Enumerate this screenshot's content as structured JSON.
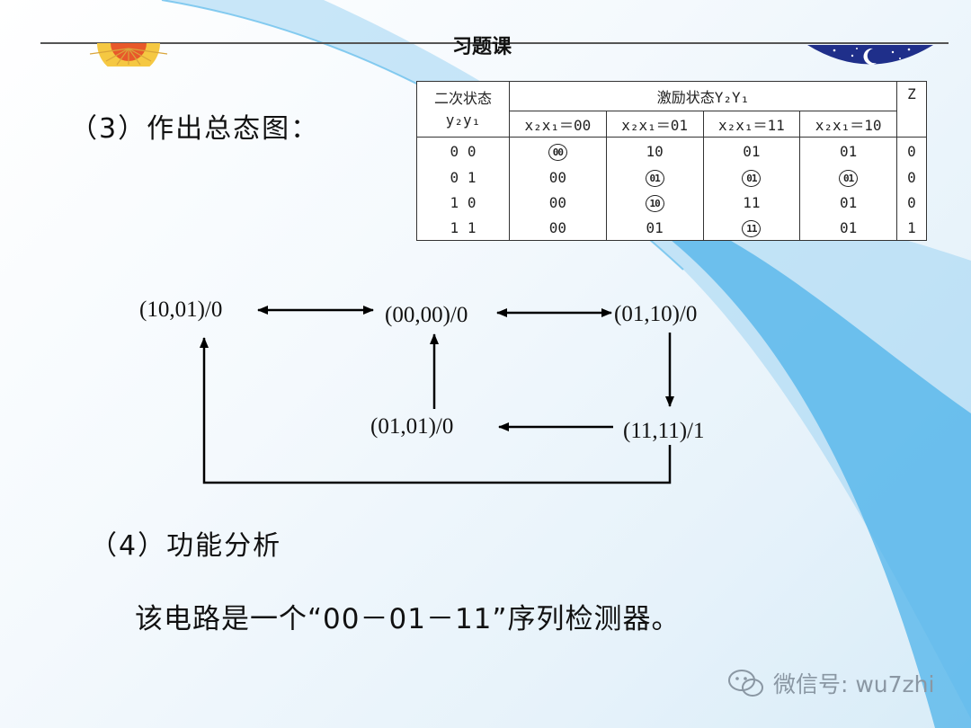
{
  "slide": {
    "title": "习题课"
  },
  "step3": {
    "label": "（3）作出总态图："
  },
  "table": {
    "head_left_line1": "二次状态",
    "head_left_line2": "y₂y₁",
    "head_mid": "激励状态Y₂Y₁",
    "head_right": "Z",
    "columns": [
      "x₂x₁＝00",
      "x₂x₁＝01",
      "x₂x₁＝11",
      "x₂x₁＝10"
    ],
    "rows": [
      {
        "state": "0 0",
        "c0": "00",
        "c1": "10",
        "c2": "01",
        "c3": "01",
        "z": "0"
      },
      {
        "state": "0 1",
        "c0": "00",
        "c1": "01",
        "c2": "01",
        "c3": "01",
        "z": "0"
      },
      {
        "state": "1 0",
        "c0": "00",
        "c1": "10",
        "c2": "11",
        "c3": "01",
        "z": "0"
      },
      {
        "state": "1 1",
        "c0": "00",
        "c1": "01",
        "c2": "11",
        "c3": "01",
        "z": "1"
      }
    ]
  },
  "diagram": {
    "nodes": [
      {
        "id": "n1",
        "label": "(10,01)/0"
      },
      {
        "id": "n2",
        "label": "(00,00)/0"
      },
      {
        "id": "n3",
        "label": "(01,10)/0"
      },
      {
        "id": "n4",
        "label": "(01,01)/0"
      },
      {
        "id": "n5",
        "label": "(11,11)/1"
      }
    ]
  },
  "step4": {
    "label": "（4）功能分析"
  },
  "conclusion": {
    "text": "该电路是一个“00－01－11”序列检测器。"
  },
  "watermark": {
    "text": "微信号: wu7zhi"
  }
}
